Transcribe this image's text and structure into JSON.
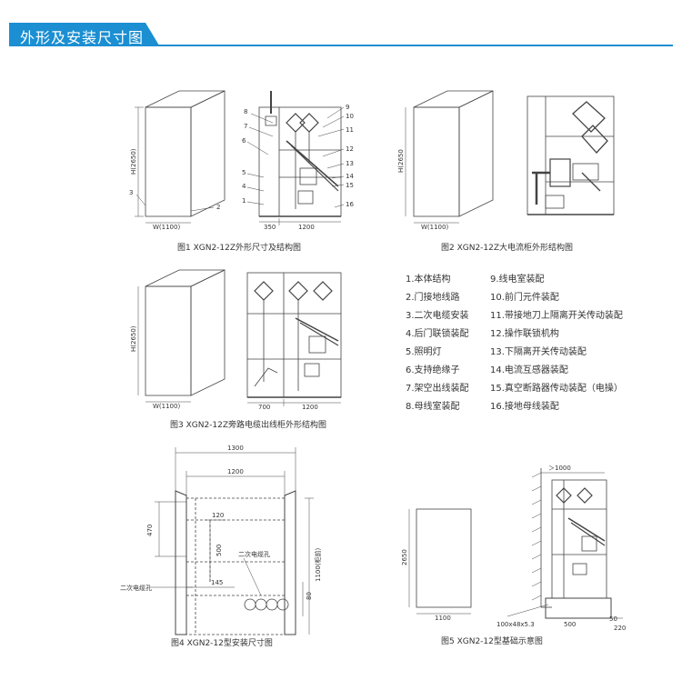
{
  "header": {
    "title": "外形及安装尺寸图"
  },
  "figures": {
    "fig1": {
      "caption": "图1  XGN2-12Z外形尺寸及结构图",
      "h": "H(2650)",
      "w": "W(1100)",
      "d1": "350",
      "d2": "1200",
      "n1": "1",
      "n2": "2",
      "n3": "3",
      "n4": "4",
      "n5": "5",
      "n6": "6",
      "n7": "7",
      "n8": "8",
      "n9": "9",
      "n10": "10",
      "n11": "11",
      "n12": "12",
      "n13": "13",
      "n14": "14",
      "n15": "15",
      "n16": "16"
    },
    "fig2": {
      "caption": "图2  XGN2-12Z大电流柜外形结构图",
      "h": "H(2650",
      "w": "W(1100)"
    },
    "fig3": {
      "caption": "图3  XGN2-12Z旁路电缆出线柜外形结构图",
      "h": "H(2650)",
      "w": "W(1100)",
      "d1": "700",
      "d2": "1200"
    },
    "fig4": {
      "caption": "图4  XGN2-12型安装尺寸图",
      "d1300": "1300",
      "d1200": "1200",
      "d470": "470",
      "d120": "120",
      "d500": "500",
      "d145": "145",
      "d80": "80",
      "d1100": "1100(柜前)",
      "cable1": "二次电缆孔",
      "cable2": "二次电缆孔"
    },
    "fig5": {
      "caption": "图5  XGN2-12型基础示意图",
      "d1000": "＞1000",
      "d2650": "2650",
      "d1100": "1100",
      "steel": "100x48x5.3",
      "d500": "500",
      "d50": "50",
      "d220": "220"
    }
  },
  "legend": [
    "1.本体结构",
    "2.门接地线路",
    "3.二次电缆安装",
    "4.后门联锁装配",
    "5.照明灯",
    "6.支持绝缘子",
    "7.架空出线装配",
    "8.母线室装配",
    "9.线电室装配",
    "10.前门元件装配",
    "11.带接地刀上隔离开关传动装配",
    "12.操作联锁机构",
    "13.下隔离开关传动装配",
    "14.电流互感器装配",
    "15.真空断路器传动装配（电操）",
    "16.接地母线装配"
  ]
}
